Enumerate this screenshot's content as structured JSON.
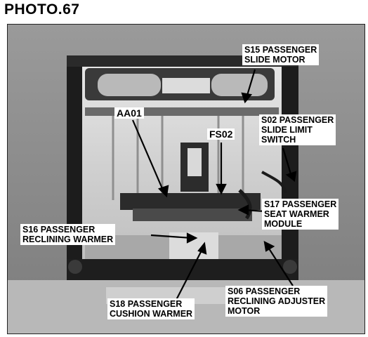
{
  "figure": {
    "title": "PHOTO.67"
  },
  "callouts": {
    "s15": {
      "line1": "S15 PASSENGER",
      "line2": "SLIDE MOTOR"
    },
    "aa01": {
      "line1": "AA01"
    },
    "fs02": {
      "line1": "FS02"
    },
    "s02": {
      "line1": "S02 PASSENGER",
      "line2": "SLIDE LIMIT",
      "line3": "SWITCH"
    },
    "s17": {
      "line1": "S17 PASSENGER",
      "line2": "SEAT WARMER",
      "line3": "MODULE"
    },
    "s16": {
      "line1": "S16 PASSENGER",
      "line2": "RECLINING WARMER"
    },
    "s18": {
      "line1": "S18 PASSENGER",
      "line2": "CUSHION WARMER"
    },
    "s06": {
      "line1": "S06 PASSENGER",
      "line2": "RECLINING ADJUSTER",
      "line3": "MOTOR"
    }
  }
}
